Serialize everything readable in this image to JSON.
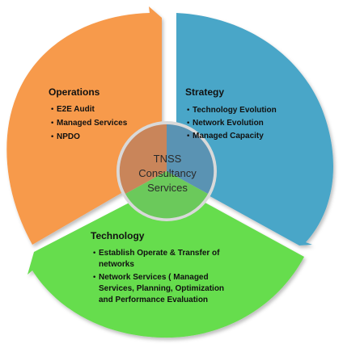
{
  "colors": {
    "operations": "#f79a4b",
    "strategy": "#4aa6c8",
    "technology": "#66dd4e",
    "hub_operations": "#c9855a",
    "hub_strategy": "#5a93b3",
    "hub_technology": "#6bc95b",
    "hub_ring": "#d9d9d9"
  },
  "hub": {
    "lines": [
      "TNSS",
      "Consultancy",
      "Services"
    ]
  },
  "segments": {
    "operations": {
      "title": "Operations",
      "items": [
        "E2E Audit",
        "Managed Services",
        "NPDO"
      ]
    },
    "strategy": {
      "title": "Strategy",
      "items": [
        "Technology Evolution",
        "Network Evolution",
        "Managed Capacity"
      ]
    },
    "technology": {
      "title": "Technology",
      "items": [
        [
          "Establish Operate & Transfer of",
          "networks"
        ],
        [
          "Network Services ( Managed",
          "Services, Planning, Optimization",
          "and Performance Evaluation"
        ]
      ]
    }
  }
}
